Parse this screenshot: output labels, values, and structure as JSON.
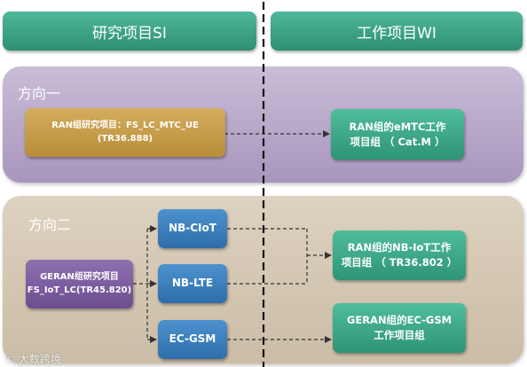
{
  "header": {
    "left": "研究项目SI",
    "right": "工作项目WI"
  },
  "direction1": {
    "title": "方向一",
    "study": {
      "line1": "RAN组研究项目：FS_LC_MTC_UE",
      "line2": "(TR36.888)"
    },
    "work": {
      "line1": "RAN组的eMTC工作",
      "line2": "项目组 （ Cat.M ）"
    }
  },
  "direction2": {
    "title": "方向二",
    "study": {
      "line1": "GERAN组研究项目",
      "line2": "FS_IoT_LC(TR45.820)"
    },
    "branches": [
      "NB-CIoT",
      "NB-LTE",
      "EC-GSM"
    ],
    "work_nb": {
      "line1": "RAN组的NB-IoT工作",
      "line2": "项目组 （ TR36.802 ）"
    },
    "work_ec": {
      "line1": "GERAN组的EC-GSM",
      "line2": "工作项目组"
    }
  },
  "watermark": "大数跨境",
  "colors": {
    "header": "#3da585",
    "panel1": "#b6a7c9",
    "panel2": "#d5c8b4",
    "gold": "#c89e4b",
    "teal": "#3da585",
    "blue": "#3d7fbf",
    "purple": "#7b5c9f"
  }
}
